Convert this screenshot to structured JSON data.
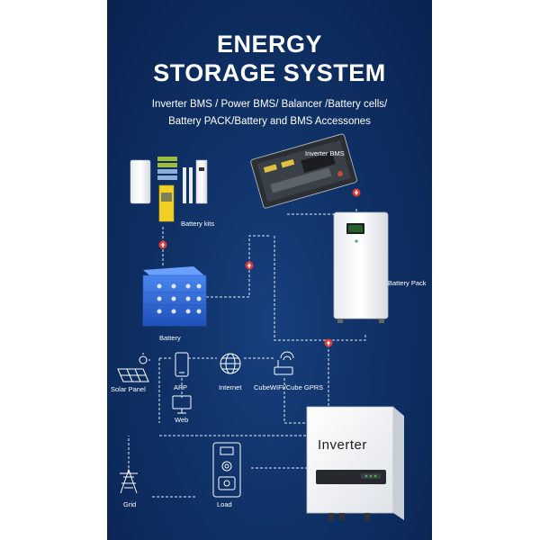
{
  "header": {
    "title_line1": "ENERGY",
    "title_line2": "STORAGE SYSTEM",
    "subtitle_line1": "Inverter BMS / Power BMS/ Balancer /Battery cells/",
    "subtitle_line2": "Battery PACK/Battery and BMS Accessones"
  },
  "nodes": {
    "battery_kits": "Battery kits",
    "inverter_bms": "Inverter BMS",
    "battery_pack": "Battery Pack",
    "battery": "Battery",
    "solar_panel": "Solar Panel",
    "app": "APP",
    "web": "Web",
    "internet": "Internet",
    "cube": "CubeWIFI/Cube GPRS",
    "inverter": "Inverter",
    "grid": "Grid",
    "load": "Load"
  },
  "colors": {
    "background": "#0f3166",
    "connector": "#ffffff",
    "arrow_badge": "#e53935"
  },
  "icons": [
    "battery-kits-icon",
    "inverter-bms-board-icon",
    "battery-pack-cabinet-icon",
    "battery-cells-icon",
    "solar-panel-icon",
    "phone-icon",
    "monitor-icon",
    "globe-icon",
    "wifi-router-icon",
    "inverter-icon",
    "grid-tower-icon",
    "load-meter-icon",
    "arrow-up-icon",
    "arrow-down-icon"
  ]
}
